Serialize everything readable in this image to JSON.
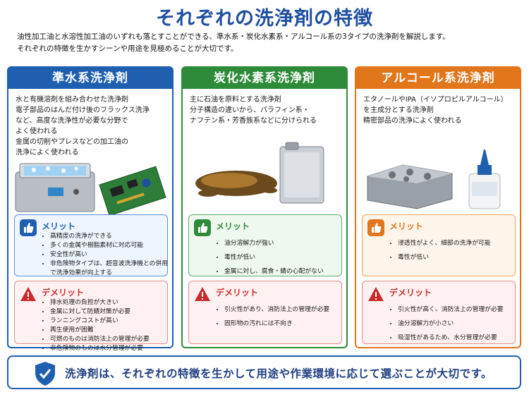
{
  "title": "それぞれの洗浄剤の特徴",
  "intro": {
    "line1": "油性加工油と水溶性加工油のいずれも落とすことができる、準水系・炭化水素系・アルコール系の3タイプの洗浄剤を解説します。",
    "line2": "それぞれの特徴を生かすシーンや用途を見極めることが大切です。"
  },
  "columns": [
    {
      "heading": "準水系洗浄剤",
      "desc": [
        "水と有機溶剤を組み合わせた洗浄剤",
        "電子部品のはんだ付け後のフラックス洗浄",
        "など、高度な洗浄性が必要な分野で",
        "よく使われる",
        "金属の切削やプレスなどの加工油の",
        "洗浄によく使われる"
      ],
      "merit_title": "メリット",
      "merits": [
        "高精度の洗浄ができる",
        "多くの金属や樹脂素材に対応可能",
        "安全性が高い",
        "非危険物タイプは、超音波洗浄機との併用で洗浄効果が向上する"
      ],
      "demerit_title": "デメリット",
      "demerits": [
        "排水処理の負担が大きい",
        "金属に対して防錆対策が必要",
        "ランニングコストが高い",
        "再生使用が困難",
        "可燃のものは消防法上の管理が必要",
        "非危険物のものは水分管理が必要"
      ]
    },
    {
      "heading": "炭化水素系洗浄剤",
      "desc": [
        "主に石油を原料とする洗浄剤",
        "分子構造の違いから、パラフィン系・",
        "ナフテン系・芳香族系などに分けられる"
      ],
      "merit_title": "メリット",
      "merits": [
        "油分溶解力が強い",
        "毒性が低い",
        "金属に対し、腐食・錆の心配がない"
      ],
      "demerit_title": "デメリット",
      "demerits": [
        "引火性があり、消防法上の管理が必要",
        "固形物の汚れには不向き"
      ]
    },
    {
      "heading": "アルコール系洗浄剤",
      "desc": [
        "エタノールやIPA（イソプロピルアルコール）",
        "を主成分とする洗浄剤",
        "精密部品の洗浄によく使われる"
      ],
      "merit_title": "メリット",
      "merits": [
        "浸透性がよく、細部の洗浄が可能",
        "毒性が低い"
      ],
      "demerit_title": "デメリット",
      "demerits": [
        "引火性が高く、消防法上の管理が必要",
        "油分溶解力が小さい",
        "吸湿性があるため、水分管理が必要"
      ]
    }
  ],
  "footer": "洗浄剤は、それぞれの特徴を生かして用途や作業環境に応じて選ぶことが大切です。",
  "colors": {
    "blue": "#1f5fb0",
    "green": "#2e8b3a",
    "orange": "#e2761b",
    "red": "#cc2a2a"
  }
}
